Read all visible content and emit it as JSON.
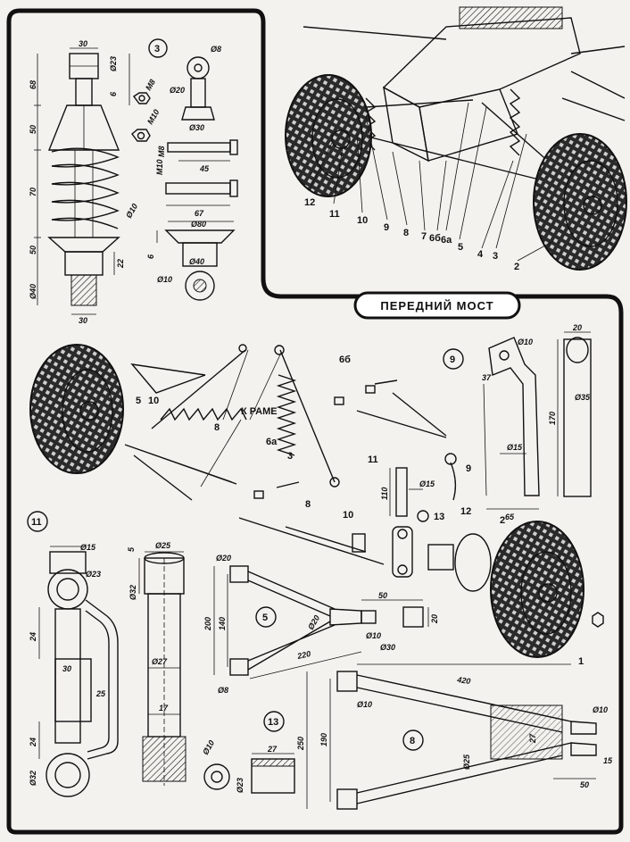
{
  "title_banner": "ПЕРЕДНИЙ МОСТ",
  "section_badges": [
    "3",
    "9",
    "5",
    "11",
    "13",
    "8"
  ],
  "top_callouts": [
    "12",
    "11",
    "10",
    "9",
    "8",
    "7",
    "6б",
    "6а",
    "5",
    "4",
    "3",
    "2"
  ],
  "exploded_callouts": {
    "to_frame": "К РАМЕ",
    "items": [
      "5",
      "10",
      "8",
      "3",
      "6б",
      "6а",
      "8",
      "10",
      "11",
      "9",
      "13",
      "12",
      "2",
      "1"
    ]
  },
  "dims": {
    "shock": [
      "30",
      "Ø23",
      "68",
      "6",
      "50",
      "Ø10",
      "70",
      "50",
      "22",
      "Ø40",
      "30",
      "М8",
      "М10"
    ],
    "bolts": [
      "Ø8",
      "Ø20",
      "Ø30",
      "М8",
      "45",
      "М10",
      "67",
      "Ø80",
      "6",
      "Ø40",
      "Ø10"
    ],
    "part9": [
      "Ø10",
      "37",
      "Ø15",
      "65",
      "20",
      "170",
      "Ø35"
    ],
    "part11": [
      "Ø15",
      "Ø23",
      "24",
      "30",
      "25",
      "24",
      "Ø32",
      "Ø25",
      "5",
      "Ø32",
      "Ø27",
      "17"
    ],
    "part5": [
      "Ø20",
      "200",
      "140",
      "Ø20",
      "50",
      "20",
      "Ø10",
      "Ø30",
      "220",
      "Ø8"
    ],
    "part13": [
      "110",
      "Ø15",
      "Ø10",
      "Ø23",
      "27"
    ],
    "part8": [
      "420",
      "Ø10",
      "Ø10",
      "250",
      "190",
      "Ø25",
      "27",
      "15",
      "50"
    ]
  }
}
